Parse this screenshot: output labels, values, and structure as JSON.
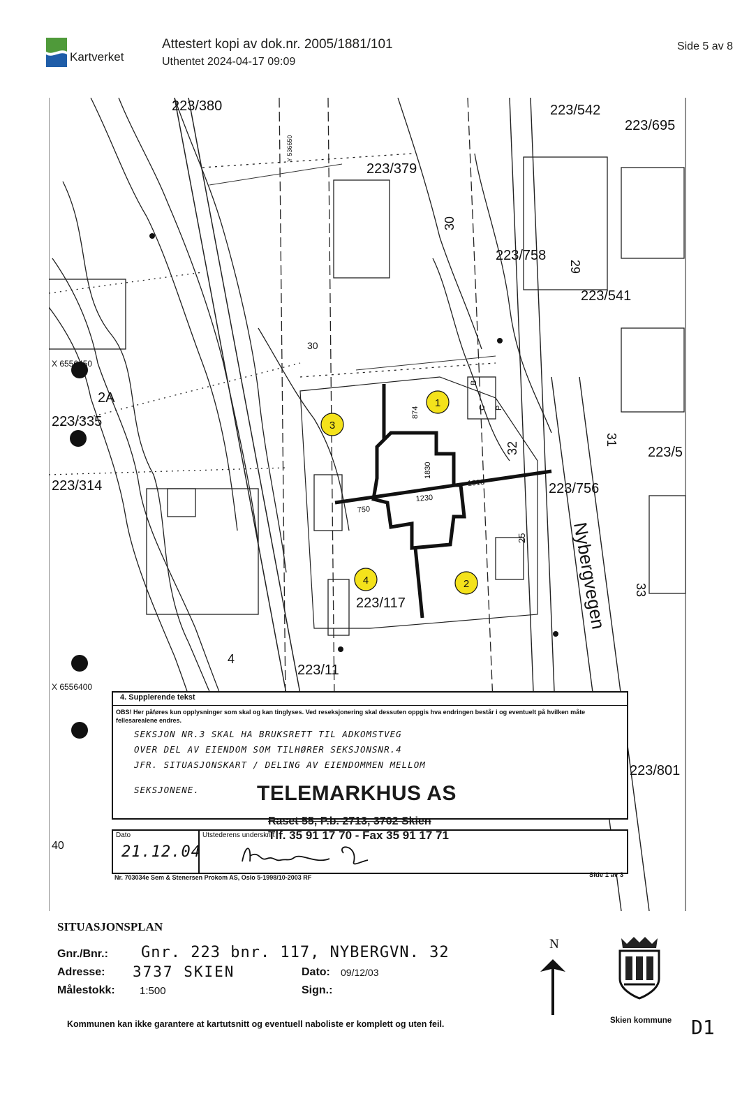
{
  "header": {
    "brand": "Kartverket",
    "title": "Attestert kopi av dok.nr. 2005/1881/101",
    "retrieved": "Uthentet 2024-04-17 09:09",
    "page": "Side 5 av 8",
    "logo_colors": {
      "top": "#4f9a3a",
      "bottom": "#1f5da8"
    }
  },
  "map": {
    "parcels": [
      "223/380",
      "223/542",
      "223/695",
      "223/379",
      "223/758",
      "223/541",
      "223/335",
      "223/314",
      "223/756",
      "223/117",
      "223/11",
      "223/801",
      "223/5"
    ],
    "contours": [
      "30",
      "30",
      "29",
      "32",
      "31",
      "33",
      "25",
      "40",
      "4"
    ],
    "coordinates": [
      "X 6556450",
      "X 6556400",
      "Y 536650"
    ],
    "street": "Nybergvegen",
    "section_numbers": [
      "1",
      "2",
      "3",
      "4"
    ],
    "section_highlight": "#f4e21b",
    "labels": [
      "2A",
      "874",
      "1830",
      "1230",
      "750",
      "1010",
      "B",
      "C",
      "P"
    ]
  },
  "form": {
    "section_label": "4. Supplerende tekst",
    "note": "OBS! Her påføres kun opplysninger som skal og kan tinglyses. Ved reseksjonering skal dessuten oppgis hva endringen består i og eventuelt på hvilken måte fellesarealene endres.",
    "handwritten": [
      "SEKSJON NR.3  SKAL HA BRUKSRETT TIL ADKOMSTVEG",
      "OVER DEL AV EIENDOM SOM TILHØRER SEKSJONSNR.4",
      "JFR. SITUASJONSKART / DELING AV EIENDOMMEN MELLOM",
      "SEKSJONENE."
    ],
    "stamp_company": "TELEMARKHUS AS",
    "stamp_address": "Raset 55, P.b. 2713, 3702 Skien",
    "stamp_phone": "Tlf. 35 91 17 70 - Fax 35 91 17 71",
    "date_label": "Dato",
    "issuer_label": "Utstederens underskrift",
    "date_value": "21.12.04",
    "footer": "Nr. 703034e  Sem & Stenersen Prokom AS, Oslo  5-1998/10-2003 RF",
    "side": "Side 1 av 3"
  },
  "plan": {
    "title": "SITUASJONSPLAN",
    "gnr_label": "Gnr./Bnr.:",
    "gnr_value": "Gnr. 223 bnr. 117,  NYBERGVN. 32",
    "address_label": "Adresse:",
    "address_value": "3737 SKIEN",
    "scale_label": "Målestokk:",
    "scale_value": "1:500",
    "date_label": "Dato:",
    "date_value": "09/12/03",
    "sign_label": "Sign.:",
    "north": "N",
    "disclaimer": "Kommunen kan ikke garantere at kartutsnitt og eventuell naboliste er komplett og uten feil.",
    "municipality": "Skien kommune",
    "doc_code": "D1"
  }
}
